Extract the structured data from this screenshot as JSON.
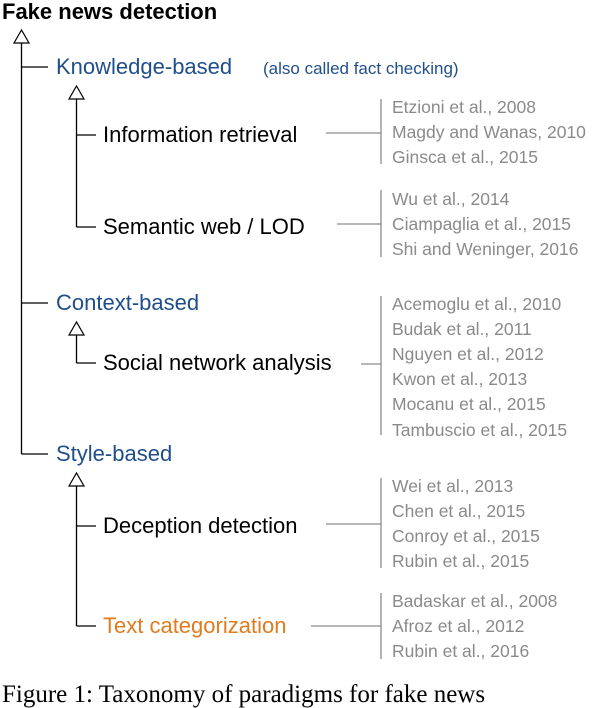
{
  "root": {
    "label": "Fake news detection"
  },
  "categories": [
    {
      "label": "Knowledge-based",
      "note": "(also called fact checking)",
      "subs": [
        {
          "label": "Information retrieval",
          "refs": [
            "Etzioni et al., 2008",
            "Magdy and Wanas, 2010",
            "Ginsca et al., 2015"
          ]
        },
        {
          "label": "Semantic web / LOD",
          "refs": [
            "Wu et al., 2014",
            "Ciampaglia et al., 2015",
            "Shi and Weninger, 2016"
          ]
        }
      ]
    },
    {
      "label": "Context-based",
      "subs": [
        {
          "label": "Social network analysis",
          "refs": [
            "Acemoglu et al., 2010",
            "Budak et al., 2011",
            "Nguyen et al., 2012",
            "Kwon et al., 2013",
            "Mocanu et al., 2015",
            "Tambuscio et al., 2015"
          ]
        }
      ]
    },
    {
      "label": "Style-based",
      "subs": [
        {
          "label": "Deception detection",
          "refs": [
            "Wei et al., 2013",
            "Chen et al., 2015",
            "Conroy et al., 2015",
            "Rubin et al., 2015"
          ]
        },
        {
          "label": "Text categorization",
          "highlight": true,
          "highlight_color": "#e07b1f",
          "refs": [
            "Badaskar et al., 2008",
            "Afroz et al., 2012",
            "Rubin et al., 2016"
          ]
        }
      ]
    }
  ],
  "colors": {
    "category": "#1f4e8a",
    "reference": "#8a8a8a",
    "highlight": "#e07b1f"
  },
  "caption": "Figure 1: Taxonomy of paradigms for fake news"
}
